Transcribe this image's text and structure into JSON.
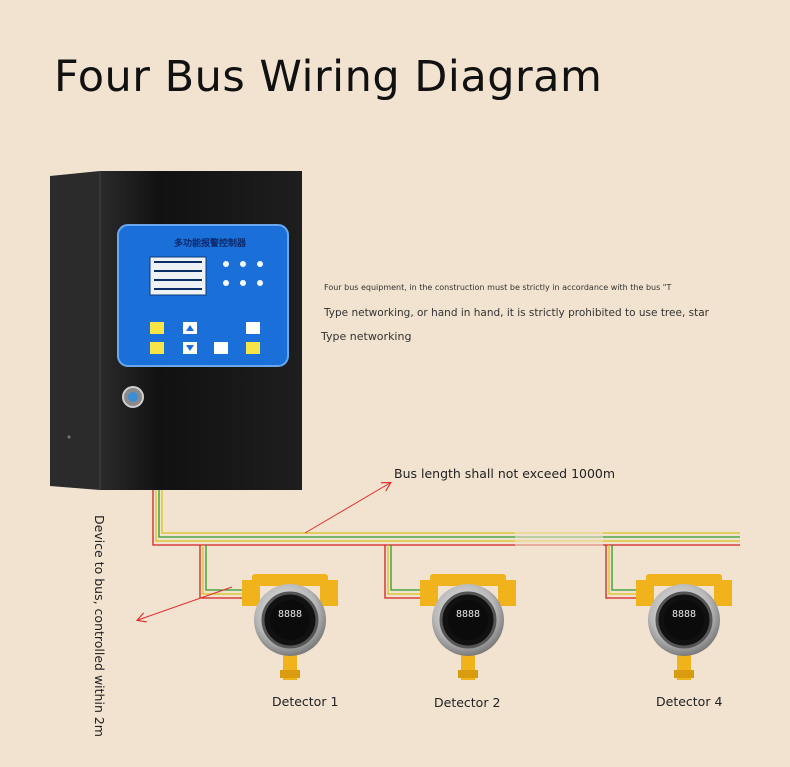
{
  "title": "Four Bus Wiring Diagram",
  "notes": {
    "line1": "Four bus equipment, in the construction must be strictly in accordance with the bus \"T",
    "line2": "Type networking, or hand in hand, it is strictly prohibited to use tree, star",
    "line3": "Type networking"
  },
  "bus_length_label": "Bus length shall not exceed 1000m",
  "device_to_bus_label": "Device to bus, controlled within 2m",
  "controller": {
    "panel_title": "多功能报警控制器"
  },
  "detectors": [
    {
      "label": "Detector 1",
      "display": "8888"
    },
    {
      "label": "Detector 2",
      "display": "8888"
    },
    {
      "label": "Detector 4",
      "display": "8888"
    }
  ],
  "colors": {
    "background": "#f1e3d0",
    "cabinet": "#1c1c1c",
    "panel_blue": "#1a6fd8",
    "detector_yellow": "#f0b31c",
    "wire_red": "#d42020",
    "wire_green": "#2e9a2e",
    "wire_yellow": "#d9c21a",
    "arrow": "#e23030"
  }
}
